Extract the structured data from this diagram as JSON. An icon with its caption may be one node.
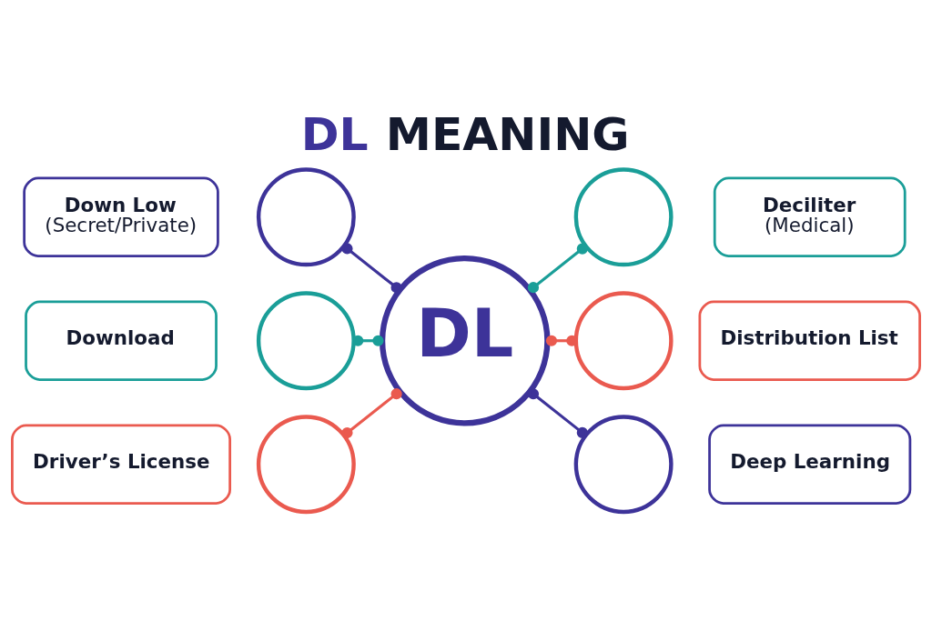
{
  "diagram": {
    "title": "DL MEANING",
    "nodes": [
      {
        "text": [
          "Down Low",
          "(Secret/Private)"
        ]
      },
      {
        "text": [],
        "shape": "circle"
      },
      {
        "text": [],
        "shape": "circle"
      },
      {
        "text": [
          "Deciliter",
          "(Medical)"
        ]
      },
      {
        "text": [
          "Download"
        ]
      },
      {
        "text": [],
        "shape": "circle"
      },
      {
        "text": [
          "DL"
        ]
      },
      {
        "text": [],
        "shape": "circle"
      },
      {
        "text": [
          "Distribution List"
        ]
      },
      {
        "text": [
          "Driver’s License"
        ]
      },
      {
        "text": [],
        "shape": "circle"
      },
      {
        "text": [],
        "shape": "circle"
      },
      {
        "text": [
          "Deep Learning"
        ]
      }
    ],
    "edges": [
      {
        "from": 1,
        "to": 6,
        "arrow": "other",
        "color": "#3d3399"
      },
      {
        "from": 6,
        "to": 2,
        "arrow": "other",
        "color": "#1a9e98"
      },
      {
        "from": 5,
        "to": 6,
        "arrow": "other",
        "color": "#1a9e98"
      },
      {
        "from": 6,
        "to": 7,
        "arrow": "other",
        "color": "#ea5a4f"
      },
      {
        "from": 10,
        "to": 6,
        "arrow": "other",
        "color": "#ea5a4f"
      },
      {
        "from": 6,
        "to": 11,
        "arrow": "other",
        "color": "#3d3399"
      }
    ]
  }
}
